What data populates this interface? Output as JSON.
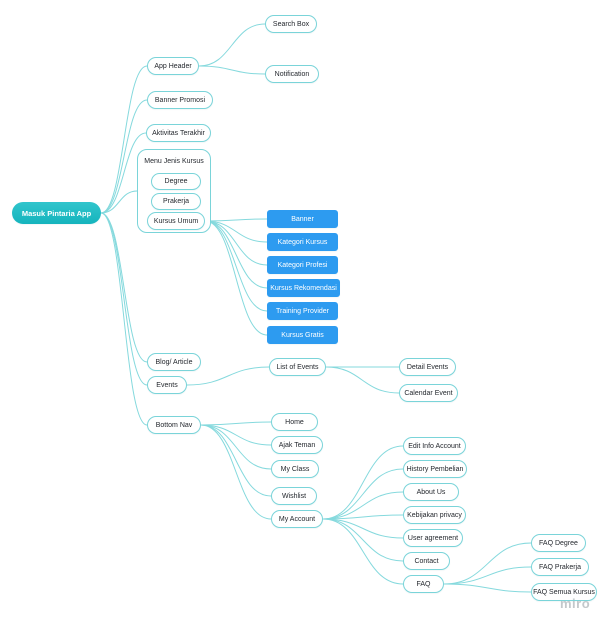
{
  "watermark": "miro",
  "colors": {
    "root_fill": "#1fb9c1",
    "blue_node_fill": "#2d9bf0",
    "node_border": "#7ad4d9",
    "connector": "#85d9dd",
    "node_text": "#24282e",
    "background": "#ffffff"
  },
  "nodes": {
    "root": "Masuk Pintaria App",
    "app_header": "App Header",
    "search_box": "Search Box",
    "notification": "Notification",
    "banner_promosi": "Banner Promosi",
    "aktivitas_terakhir": "Aktivitas Terakhir",
    "menu_jenis_kursus": "Menu Jenis Kursus",
    "degree": "Degree",
    "prakerja": "Prakerja",
    "kursus_umum": "Kursus Umum",
    "banner": "Banner",
    "kategori_kursus": "Kategori Kursus",
    "kategori_profesi": "Kategori Profesi",
    "kursus_rekomendasi": "Kursus Rekomendasi",
    "training_provider": "Training Provider",
    "kursus_gratis": "Kursus Gratis",
    "blog_article": "Blog/ Article",
    "events": "Events",
    "list_of_events": "List of Events",
    "detail_events": "Detail Events",
    "calendar_event": "Calendar Event",
    "bottom_nav": "Bottom Nav",
    "home": "Home",
    "ajak_teman": "Ajak Teman",
    "my_class": "My Class",
    "wishlist": "Wishlist",
    "my_account": "My Account",
    "edit_info_account": "Edit Info Account",
    "history_pembelian": "History Pembelian",
    "about_us": "About Us",
    "kebijakan_privacy": "Kebijakan privacy",
    "user_agreement": "User agreement",
    "contact": "Contact",
    "faq": "FAQ",
    "faq_degree": "FAQ Degree",
    "faq_prakerja": "FAQ Prakerja",
    "faq_semua_kursus": "FAQ Semua Kursus"
  }
}
